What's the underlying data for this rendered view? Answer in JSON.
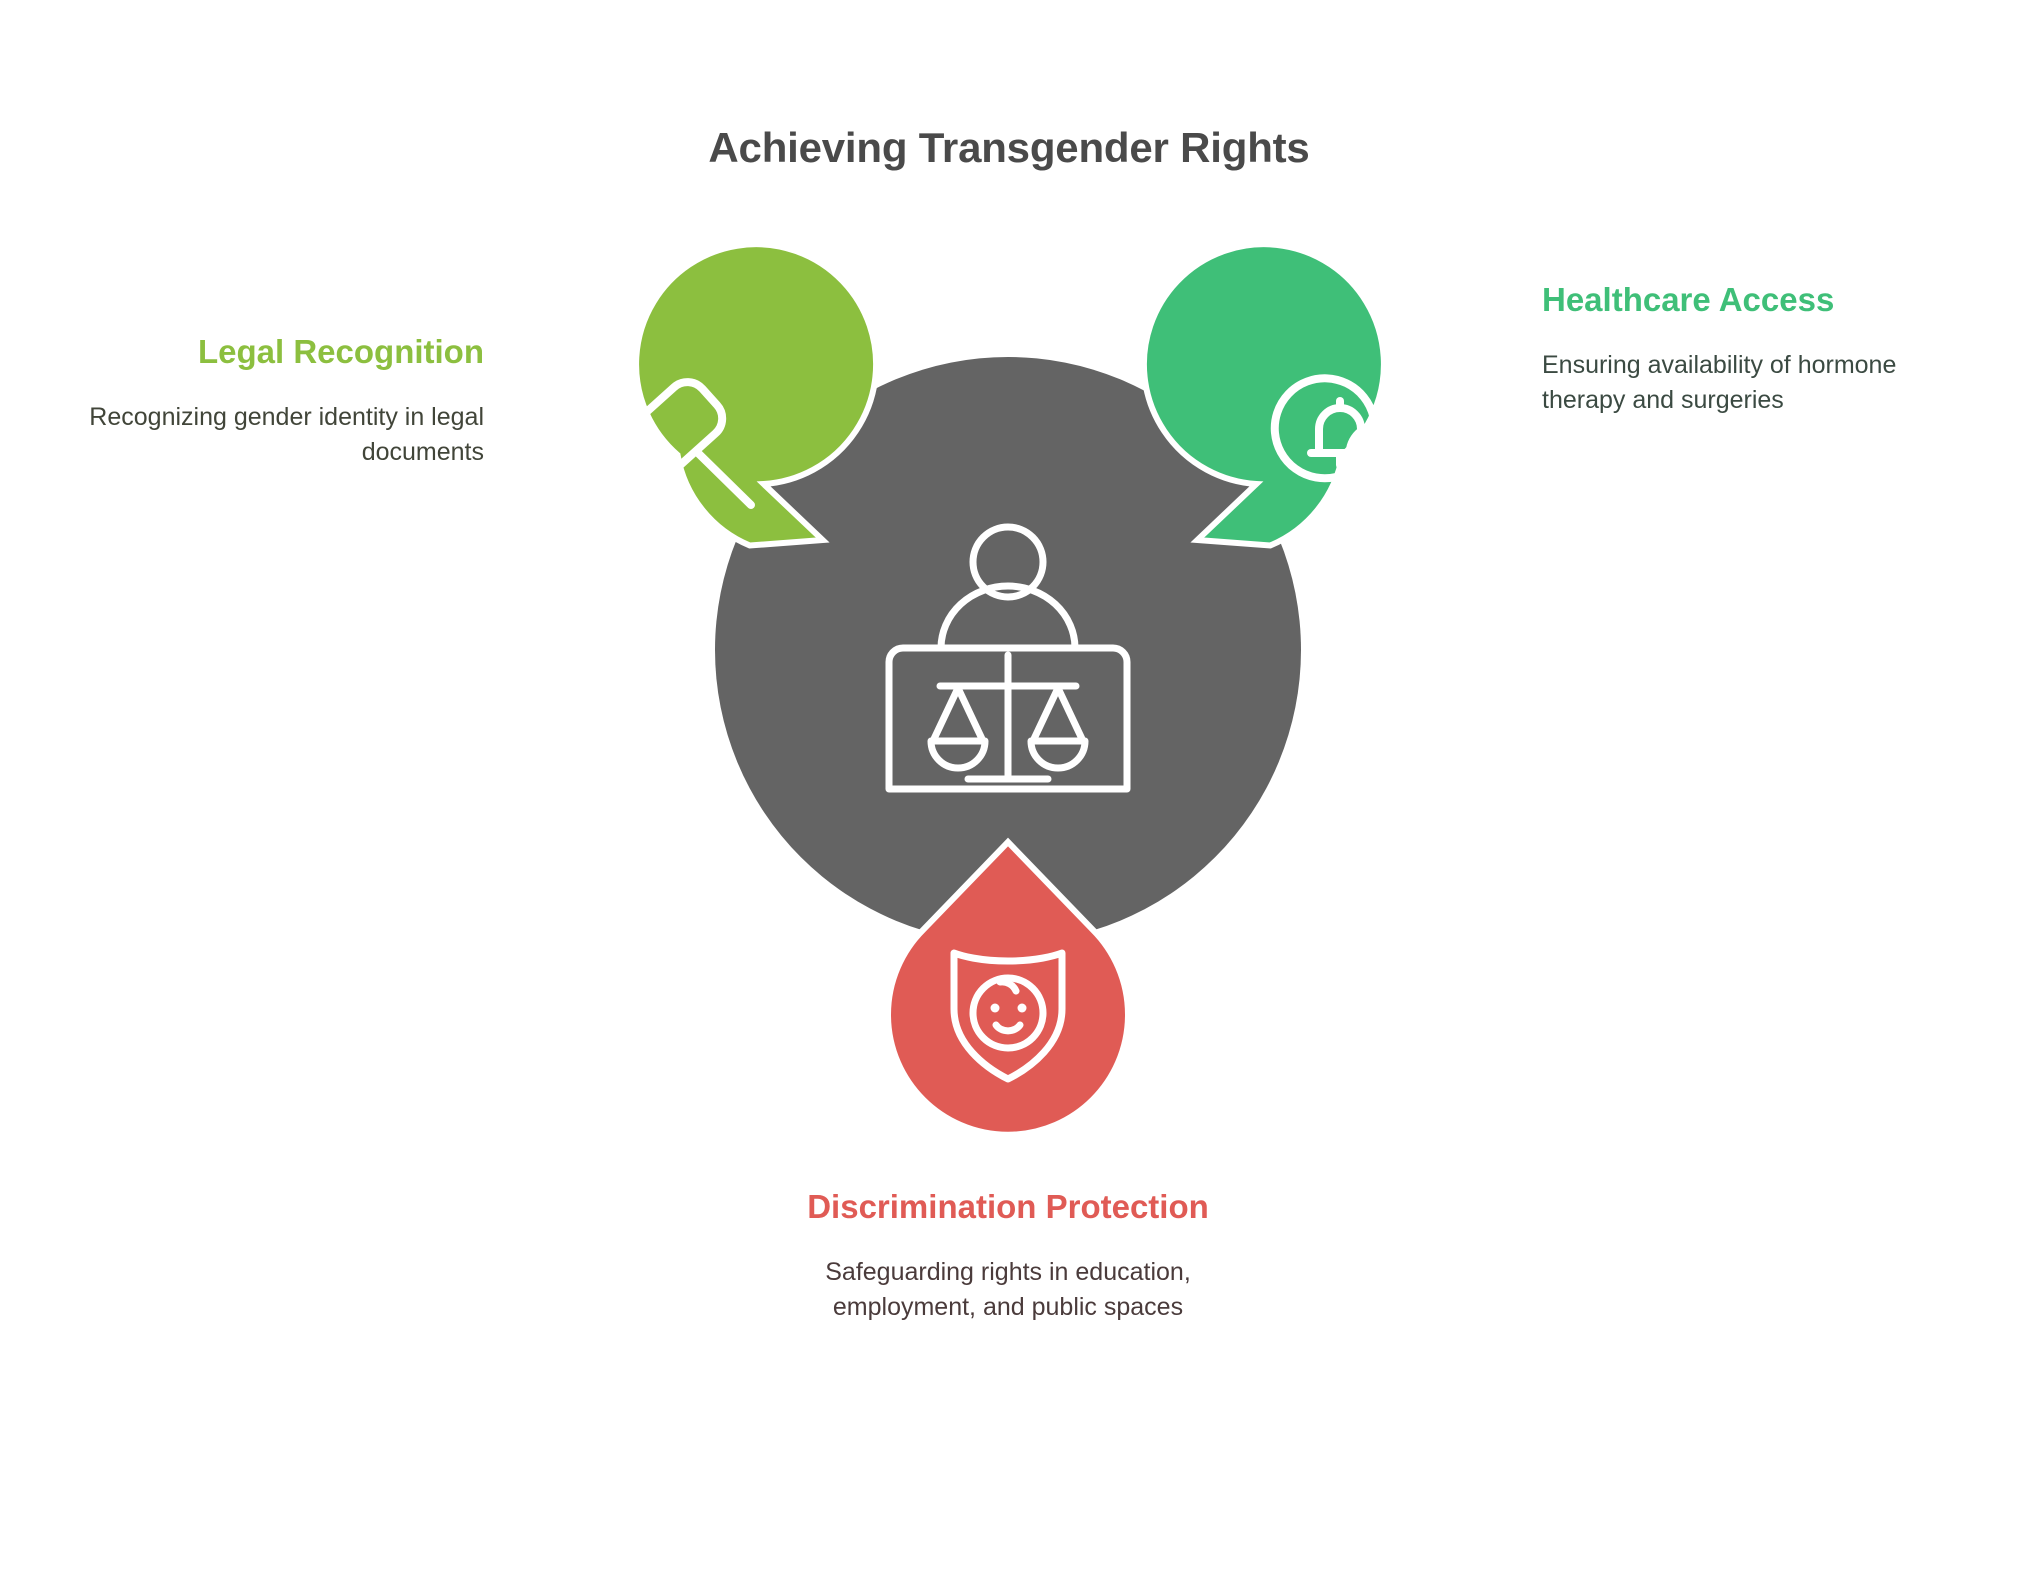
{
  "title": "Achieving Transgender Rights",
  "colors": {
    "background": "#ffffff",
    "title_text": "#4a4a4a",
    "hub_gray": "#646464",
    "legal_green": "#8CBF3F",
    "healthcare_green": "#3FBF78",
    "discrimination_red": "#E05B55",
    "body_text": "#414539",
    "icon_stroke": "#ffffff"
  },
  "hub": {
    "icon": "judge-scales-icon",
    "icon_label": "Justice: person at bench with balance scales"
  },
  "branches": [
    {
      "id": "legal-recognition",
      "heading": "Legal Recognition",
      "body": "Recognizing gender identity in legal documents",
      "color": "#8CBF3F",
      "icon": "gavel-icon",
      "position": "left",
      "text_align": "right"
    },
    {
      "id": "healthcare-access",
      "heading": "Healthcare Access",
      "body": "Ensuring availability of hormone therapy and surgeries",
      "color": "#3FBF78",
      "icon": "pill-reminder-icon",
      "position": "right",
      "text_align": "left"
    },
    {
      "id": "discrimination-protection",
      "heading": "Discrimination Protection",
      "body": "Safeguarding rights in education, employment, and public spaces",
      "color": "#E05B55",
      "icon": "shield-child-icon",
      "position": "bottom",
      "text_align": "center"
    }
  ]
}
